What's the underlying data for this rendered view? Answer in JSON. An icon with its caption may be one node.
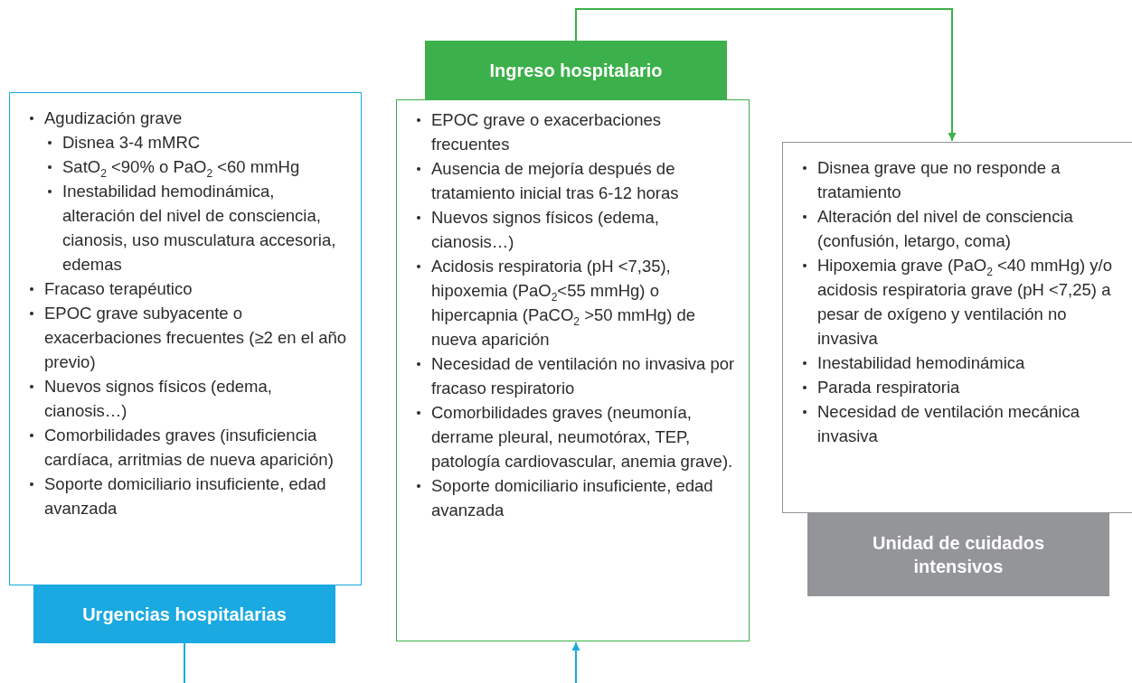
{
  "diagram": {
    "nodes": [
      {
        "text": [
          "Agudización grave",
          "Disnea 3-4 mMRC",
          "SatO$_{2}$ <90% o PaO$_{2}$ <60 mmHg",
          "Inestabilidad hemodinámica, alteración del nivel de consciencia, cianosis, uso musculatura accesoria, edemas",
          "Fracaso terapéutico",
          "EPOC grave subyacente o exacerbaciones frecuentes (≥2 en el año previo)",
          "Nuevos signos físicos (edema, cianosis…)",
          "Comorbilidades graves (insuficiencia cardíaca, arritmias de nueva aparición)",
          "Soporte domiciliario insuficiente, edad avanzada"
        ]
      },
      {
        "text": [
          "Urgencias hospitalarias"
        ]
      },
      {
        "text": [
          "EPOC grave o exacerbaciones frecuentes",
          "Ausencia de mejoría después de tratamiento inicial tras 6-12 horas",
          "Nuevos signos físicos (edema, cianosis…)",
          "Acidosis respiratoria (pH <7,35), hipoxemia (PaO$_{2}$<55 mmHg) o hipercapnia (PaCO$_{2}$ >50 mmHg) de nueva aparición",
          "Necesidad de ventilación no invasiva por fracaso respiratorio",
          "Comorbilidades graves (neumonía, derrame pleural, neumotórax, TEP, patología cardiovascular, anemia grave).",
          "Soporte domiciliario insuficiente, edad avanzada"
        ]
      },
      {
        "text": [
          "Ingreso hospitalario"
        ]
      },
      {
        "text": [
          "Disnea grave que no responde a tratamiento",
          "Alteración del nivel de consciencia (confusión, letargo, coma)",
          "Hipoxemia grave (PaO$_{2}$ <40 mmHg) y/o acidosis respiratoria grave (pH <7,25) a pesar de oxígeno y ventilación no invasiva",
          "Inestabilidad hemodinámica",
          "Parada respiratoria",
          "Necesidad de ventilación mecánica invasiva"
        ]
      },
      {
        "text": [
          "Unidad de cuidados intensivos"
        ]
      }
    ],
    "edges": [
      {
        "from": 1,
        "to": null,
        "arrow": "none",
        "color": "#1aa9e1"
      },
      {
        "from": null,
        "to": 2,
        "arrow": "to",
        "color": "#1aa9e1"
      },
      {
        "from": 3,
        "to": 4,
        "arrow": "to",
        "color": "#3cb04a"
      }
    ]
  }
}
